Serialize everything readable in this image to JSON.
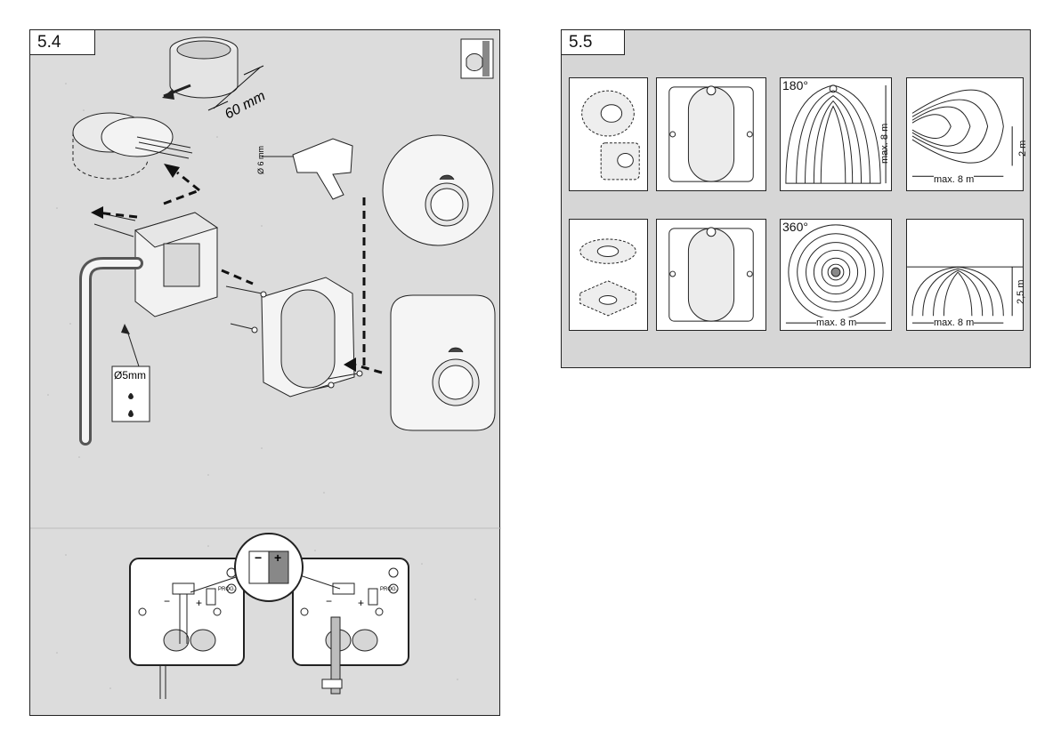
{
  "section_54": {
    "number": "5.4",
    "dims": {
      "box_depth": "60 mm",
      "drill_diameter": "Ø 6 mm",
      "hole_diameter": "Ø5mm"
    },
    "terminal": {
      "minus": "−",
      "plus": "+"
    },
    "board_labels": {
      "prog": "PROG.",
      "minus": "−",
      "plus": "+"
    }
  },
  "section_55": {
    "number": "5.5",
    "angle_180": "180°",
    "angle_360": "360°",
    "range_max": "max. 8 m",
    "height_2": "2 m",
    "height_25": "2,5 m"
  }
}
